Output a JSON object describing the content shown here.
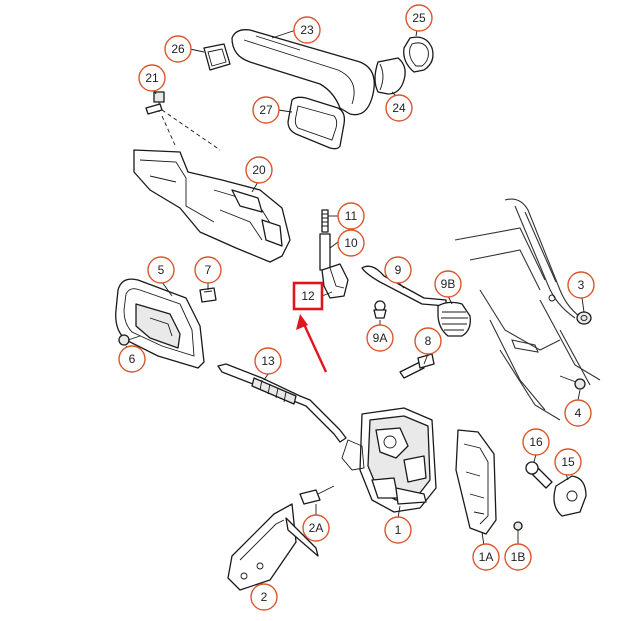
{
  "colors": {
    "callout_ring": "#d9562a",
    "highlight_box": "#e0161e",
    "arrow": "#e0161e",
    "line_art": "#1a1a1a"
  },
  "highlight": {
    "label": "12"
  },
  "callouts": [
    {
      "id": "c23",
      "label": "23"
    },
    {
      "id": "c25",
      "label": "25"
    },
    {
      "id": "c26",
      "label": "26"
    },
    {
      "id": "c21",
      "label": "21"
    },
    {
      "id": "c24",
      "label": "24"
    },
    {
      "id": "c27",
      "label": "27"
    },
    {
      "id": "c20",
      "label": "20"
    },
    {
      "id": "c11",
      "label": "11"
    },
    {
      "id": "c10",
      "label": "10"
    },
    {
      "id": "c9",
      "label": "9"
    },
    {
      "id": "c9B",
      "label": "9B"
    },
    {
      "id": "c9A",
      "label": "9A"
    },
    {
      "id": "c5",
      "label": "5"
    },
    {
      "id": "c7",
      "label": "7"
    },
    {
      "id": "c3",
      "label": "3"
    },
    {
      "id": "c8",
      "label": "8"
    },
    {
      "id": "c6",
      "label": "6"
    },
    {
      "id": "c13",
      "label": "13"
    },
    {
      "id": "c4",
      "label": "4"
    },
    {
      "id": "c16",
      "label": "16"
    },
    {
      "id": "c15",
      "label": "15"
    },
    {
      "id": "c2A",
      "label": "2A"
    },
    {
      "id": "c1",
      "label": "1"
    },
    {
      "id": "c1A",
      "label": "1A"
    },
    {
      "id": "c1B",
      "label": "1B"
    },
    {
      "id": "c2",
      "label": "2"
    }
  ]
}
